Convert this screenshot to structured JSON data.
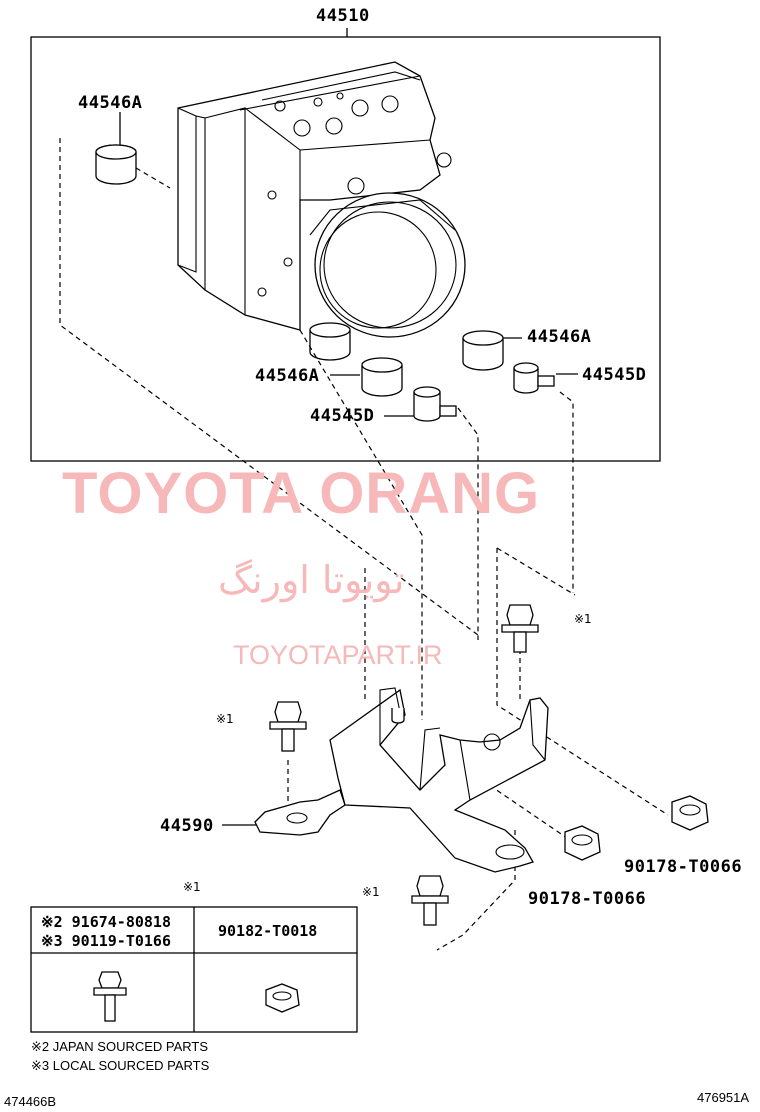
{
  "labels": {
    "main_assembly": "44510",
    "cushion_a_top": "44546A",
    "cushion_a_right": "44546A",
    "cushion_a_mid": "44546A",
    "stud_d_right": "44545D",
    "stud_d_mid": "44545D",
    "bracket": "44590",
    "nut_right": "90178-T0066",
    "nut_mid": "90178-T0066"
  },
  "notes": {
    "mark_1a": "※1",
    "mark_1b": "※1",
    "mark_1c": "※1",
    "mark_1d": "※1"
  },
  "watermark": {
    "brand": "TOYOTA ORANG",
    "persian": "تویوتا اورنگ",
    "url": "TOYOTAPART.IR"
  },
  "table": {
    "row1_code_a": "※2 91674-80818",
    "row1_code_b": "※3 90119-T0166",
    "row1_code_c": "90182-T0018"
  },
  "footnotes": {
    "japan": "※2 JAPAN SOURCED PARTS",
    "local": "※3 LOCAL SOURCED PARTS"
  },
  "codes": {
    "bottom_left": "474466B",
    "bottom_right": "476951A"
  }
}
